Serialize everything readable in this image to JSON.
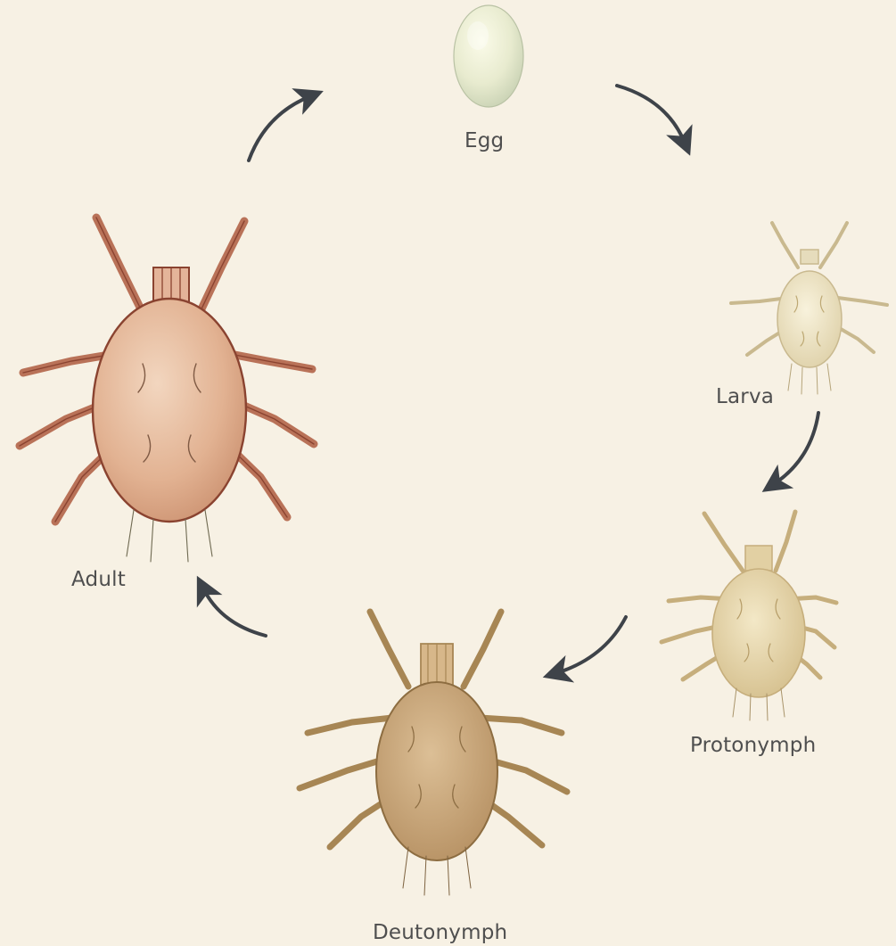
{
  "stages": {
    "egg": "Egg",
    "larva": "Larva",
    "protonymph": "Protonymph",
    "deutonymph": "Deutonymph",
    "adult": "Adult"
  },
  "colors": {
    "background": "#f7f1e4",
    "label_text": "#4f4f4f",
    "arrow": "#3e4349",
    "egg_fill": "#e8ebcf",
    "larva_fill": "#ece3c6",
    "protonymph_fill": "#e6d6ad",
    "deutonymph_fill": "#cfad82",
    "adult_fill": "#e2b292",
    "adult_outline": "#8a4330"
  }
}
